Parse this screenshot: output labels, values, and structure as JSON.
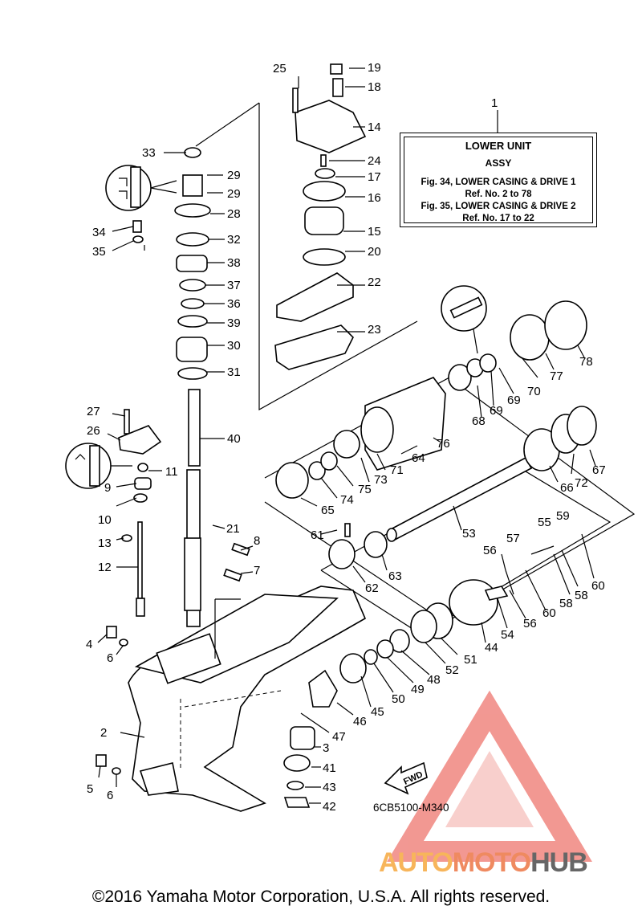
{
  "ref_box": {
    "number": "1",
    "title": "LOWER UNIT",
    "subtitle": "ASSY",
    "line1": "Fig. 34, LOWER CASING & DRIVE 1",
    "line2": "Ref. No. 2 to 78",
    "line3": "Fig. 35, LOWER CASING & DRIVE 2",
    "line4": "Ref. No. 17 to 22"
  },
  "drawing_code": "6CB5100-M340",
  "fwd_label": "FWD",
  "copyright": "©2016 Yamaha Motor Corporation, U.S.A. All rights reserved.",
  "logo": {
    "part1": "AUTO",
    "part2": "MOTO",
    "part3": "HUB"
  },
  "colors": {
    "logo_red": "#e8443a",
    "logo_orange": "#f7b55b",
    "logo_coral": "#ef8a60",
    "logo_gray": "#666666"
  },
  "labels": {
    "n2": "2",
    "n3": "3",
    "n4": "4",
    "n5": "5",
    "n6a": "6",
    "n6b": "6",
    "n7": "7",
    "n8": "8",
    "n9": "9",
    "n10": "10",
    "n11": "11",
    "n12": "12",
    "n13": "13",
    "n14": "14",
    "n15": "15",
    "n16": "16",
    "n17": "17",
    "n18": "18",
    "n19": "19",
    "n20": "20",
    "n21": "21",
    "n22": "22",
    "n23": "23",
    "n24": "24",
    "n25": "25",
    "n26": "26",
    "n27": "27",
    "n28": "28",
    "n29a": "29",
    "n29b": "29",
    "n30": "30",
    "n31": "31",
    "n32": "32",
    "n33": "33",
    "n34": "34",
    "n35": "35",
    "n36": "36",
    "n37": "37",
    "n38": "38",
    "n39": "39",
    "n40": "40",
    "n41": "41",
    "n42": "42",
    "n43": "43",
    "n44": "44",
    "n45": "45",
    "n46": "46",
    "n47": "47",
    "n48": "48",
    "n49": "49",
    "n50": "50",
    "n51": "51",
    "n52": "52",
    "n53": "53",
    "n54": "54",
    "n55": "55",
    "n56a": "56",
    "n56b": "56",
    "n57": "57",
    "n58a": "58",
    "n58b": "58",
    "n59": "59",
    "n60a": "60",
    "n60b": "60",
    "n61": "61",
    "n62": "62",
    "n63": "63",
    "n64": "64",
    "n65": "65",
    "n66": "66",
    "n67": "67",
    "n68": "68",
    "n69a": "69",
    "n69b": "69",
    "n70": "70",
    "n71": "71",
    "n72": "72",
    "n73": "73",
    "n74": "74",
    "n75": "75",
    "n76": "76",
    "n77": "77",
    "n78": "78"
  }
}
